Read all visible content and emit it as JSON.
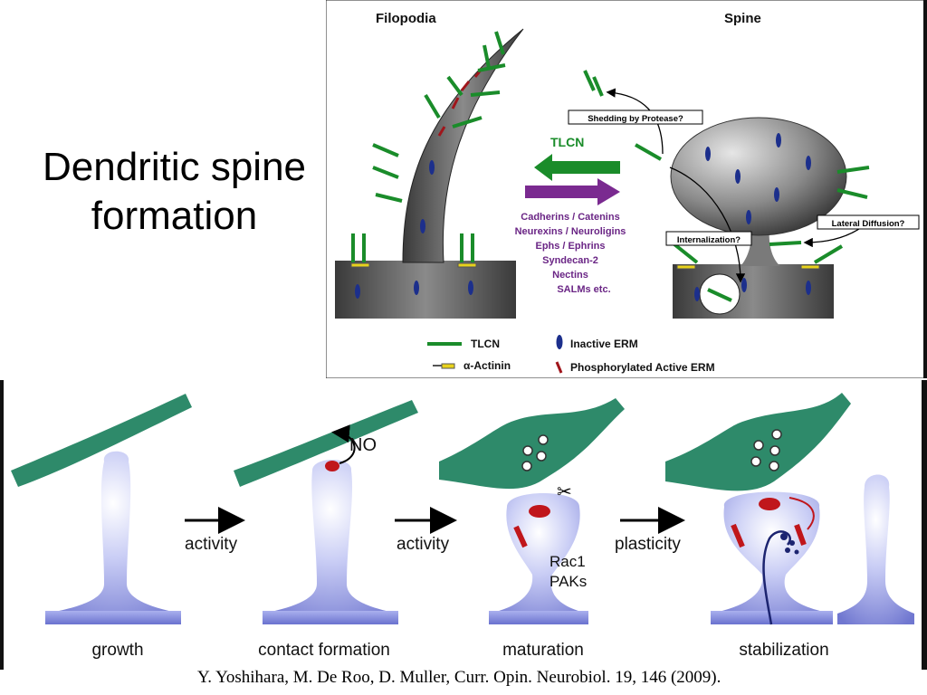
{
  "title": {
    "line1": "Dendritic spine",
    "line2": "formation"
  },
  "top_figure": {
    "filopodia_label": "Filopodia",
    "spine_label": "Spine",
    "tlcn_arrow_label": "TLCN",
    "molecules": [
      "Cadherins / Catenins",
      "Neurexins / Neuroligins",
      "Ephs / Ephrins",
      "Syndecan-2",
      "Nectins",
      "SALMs etc."
    ],
    "shedding_label": "Shedding by Protease?",
    "lateral_label": "Lateral Diffusion?",
    "internalization_label": "Internalization?",
    "legend": {
      "tlcn": "TLCN",
      "actinin": "α-Actinin",
      "inactive_erm": "Inactive ERM",
      "active_erm": "Phosphorylated Active ERM"
    },
    "colors": {
      "tlcn": "#1a8c2a",
      "inactive_erm": "#1c2f8c",
      "active_erm": "#a0151b",
      "purple_arrow": "#7a2a90"
    }
  },
  "bottom_figure": {
    "no_label": "NO",
    "arrow_labels": [
      "activity",
      "activity",
      "plasticity"
    ],
    "rac_label": "Rac1",
    "paks_label": "PAKs",
    "stages": [
      "growth",
      "contact formation",
      "maturation",
      "stabilization"
    ],
    "colors": {
      "axon": "#2e8a6a",
      "spine": "#8b93e0"
    }
  },
  "citation": "Y. Yoshihara, M. De Roo, D. Muller, Curr. Opin. Neurobiol. 19, 146 (2009)."
}
